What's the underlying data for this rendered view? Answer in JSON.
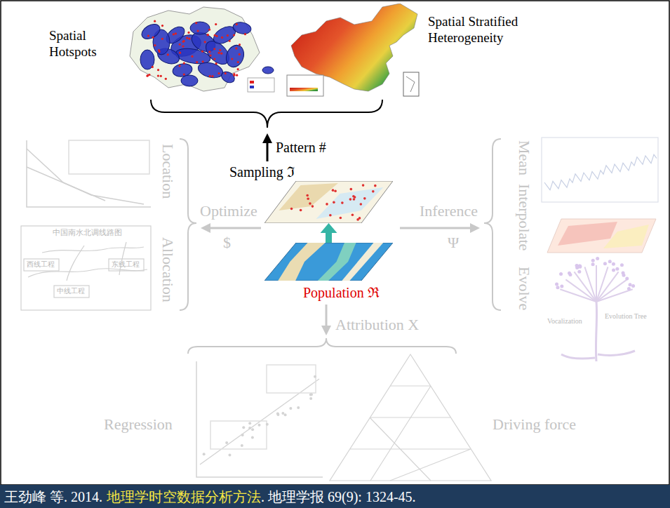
{
  "diagram": {
    "nodes": [
      {
        "text": [
          "Spatial Hotspots"
        ]
      },
      {
        "text": [
          "Spatial Stratified Heterogeneity"
        ]
      },
      {
        "text": [
          "Sampling ℑ"
        ]
      },
      {
        "text": [
          "Population ℜ"
        ]
      }
    ],
    "edges": [
      {
        "from": 3,
        "to": 2,
        "arrow": "to"
      }
    ],
    "labels": [
      "Pattern #",
      "Optimize",
      "$",
      "Location",
      "Allocation",
      "Inference",
      "Ψ",
      "Mean",
      "Interpolate",
      "Evolve",
      "Attribution X",
      "Regression",
      "Driving force",
      "中国南水北调线路图",
      "西线工程",
      "中线工程",
      "东线工程",
      "Vocalization",
      "Evolution Tree",
      "王劲峰 等. 2014.",
      "地理学时空数据分析方法",
      ". 地理学报 69(9): 1324-45."
    ]
  }
}
